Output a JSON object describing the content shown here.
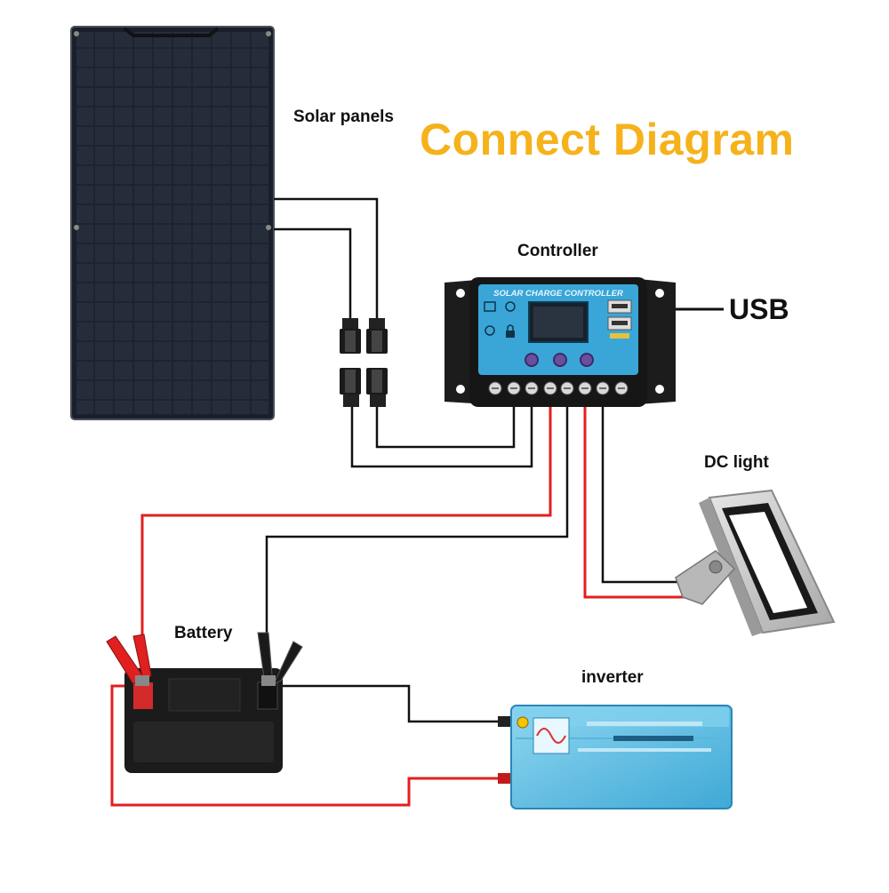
{
  "title": "Connect Diagram",
  "labels": {
    "solar_panels": "Solar panels",
    "controller": "Controller",
    "usb": "USB",
    "dc_light": "DC light",
    "battery": "Battery",
    "inverter": "inverter"
  },
  "controller_faceplate": {
    "header": "SOLAR CHARGE CONTROLLER"
  },
  "colors": {
    "title": "#f5b21b",
    "positive_wire": "#e02020",
    "negative_wire": "#111111",
    "controller_face": "#3aa6d8",
    "inverter_body": "#6cc4e6"
  }
}
